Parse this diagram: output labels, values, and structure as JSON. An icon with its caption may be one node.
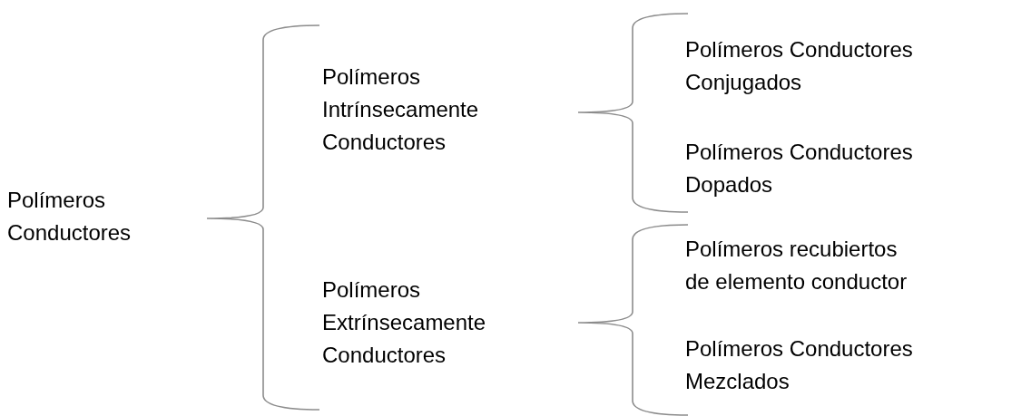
{
  "diagram": {
    "labels": [
      "Polímeros Conductores",
      "Polímeros Intrínsecamente Conductores",
      "Polímeros Conductores Conjugados",
      "Polímeros Conductores Dopados",
      "Polímeros Extrínsecamente Conductores",
      "Polímeros recubiertos de elemento conductor",
      "Polímeros Conductores Mezclados"
    ]
  }
}
